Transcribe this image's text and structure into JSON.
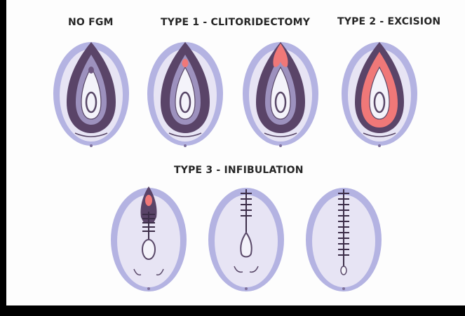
{
  "labels": {
    "no_fgm": "NO FGM",
    "type1": "TYPE 1 - CLITORIDECTOMY",
    "type2": "TYPE 2 - EXCISION",
    "type3": "TYPE 3 - INFIBULATION"
  },
  "colors": {
    "background": "#fdfdfd",
    "frame": "#000000",
    "halo": "#b4b3e2",
    "skin": "#e7e4f4",
    "inner_skin": "#f4f3fa",
    "outline": "#594868",
    "dark_labia": "#5a4468",
    "mid_labia": "#9d91be",
    "excised_tissue": "#f07878",
    "text": "#262626"
  },
  "figures": [
    {
      "id": "no-fgm",
      "row": 1,
      "variant": "intact"
    },
    {
      "id": "type1a",
      "row": 1,
      "variant": "clitoral-hood-removed"
    },
    {
      "id": "type1b",
      "row": 1,
      "variant": "clitoris-and-hood-removed"
    },
    {
      "id": "type2",
      "row": 1,
      "variant": "labia-minora-removed"
    },
    {
      "id": "type3a",
      "row": 2,
      "variant": "stitched-open"
    },
    {
      "id": "type3b",
      "row": 2,
      "variant": "stitched-partial"
    },
    {
      "id": "type3c",
      "row": 2,
      "variant": "stitched-closed"
    }
  ]
}
